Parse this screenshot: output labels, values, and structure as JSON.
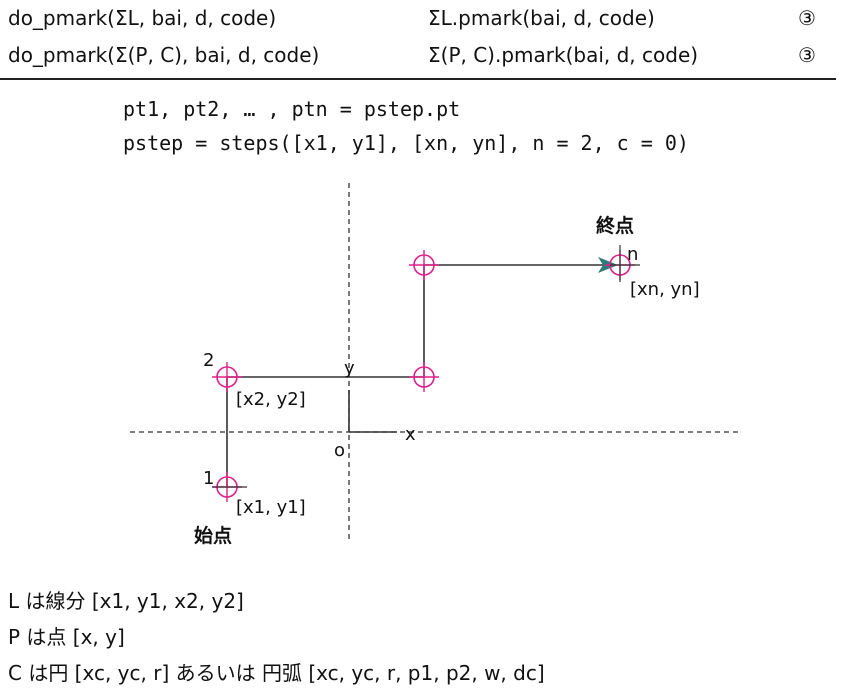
{
  "table": {
    "rows": [
      {
        "call": "do_pmark(ΣL, bai, d, code)",
        "method": "ΣL.pmark(bai, d, code)",
        "mark": "③"
      },
      {
        "call": "do_pmark(Σ(P, C), bai, d, code)",
        "method": "Σ(P, C).pmark(bai, d, code)",
        "mark": "③"
      }
    ]
  },
  "code": {
    "line1": "pt1, pt2, … , ptn = pstep.pt",
    "line2": "pstep = steps([x1, y1], [xn, yn], n = 2, c = 0)"
  },
  "diagram": {
    "label_end": "終点",
    "label_n": "n",
    "label_xnyn": "[xn,  yn]",
    "label_2": "2",
    "label_y": "y",
    "label_x2y2": "[x2,  y2]",
    "label_x": "x",
    "label_o": "o",
    "label_1": "1",
    "label_x1y1": "[x1,  y1]",
    "label_start": "始点",
    "colors": {
      "marker": "#e0208a",
      "line": "#333333",
      "arrow": "#2e7d7a"
    }
  },
  "notes": [
    "L は線分 [x1, y1, x2, y2]",
    "P は点 [x, y]",
    "C は円 [xc, yc, r] あるいは 円弧 [xc, yc, r, p1, p2, w, dc]"
  ]
}
